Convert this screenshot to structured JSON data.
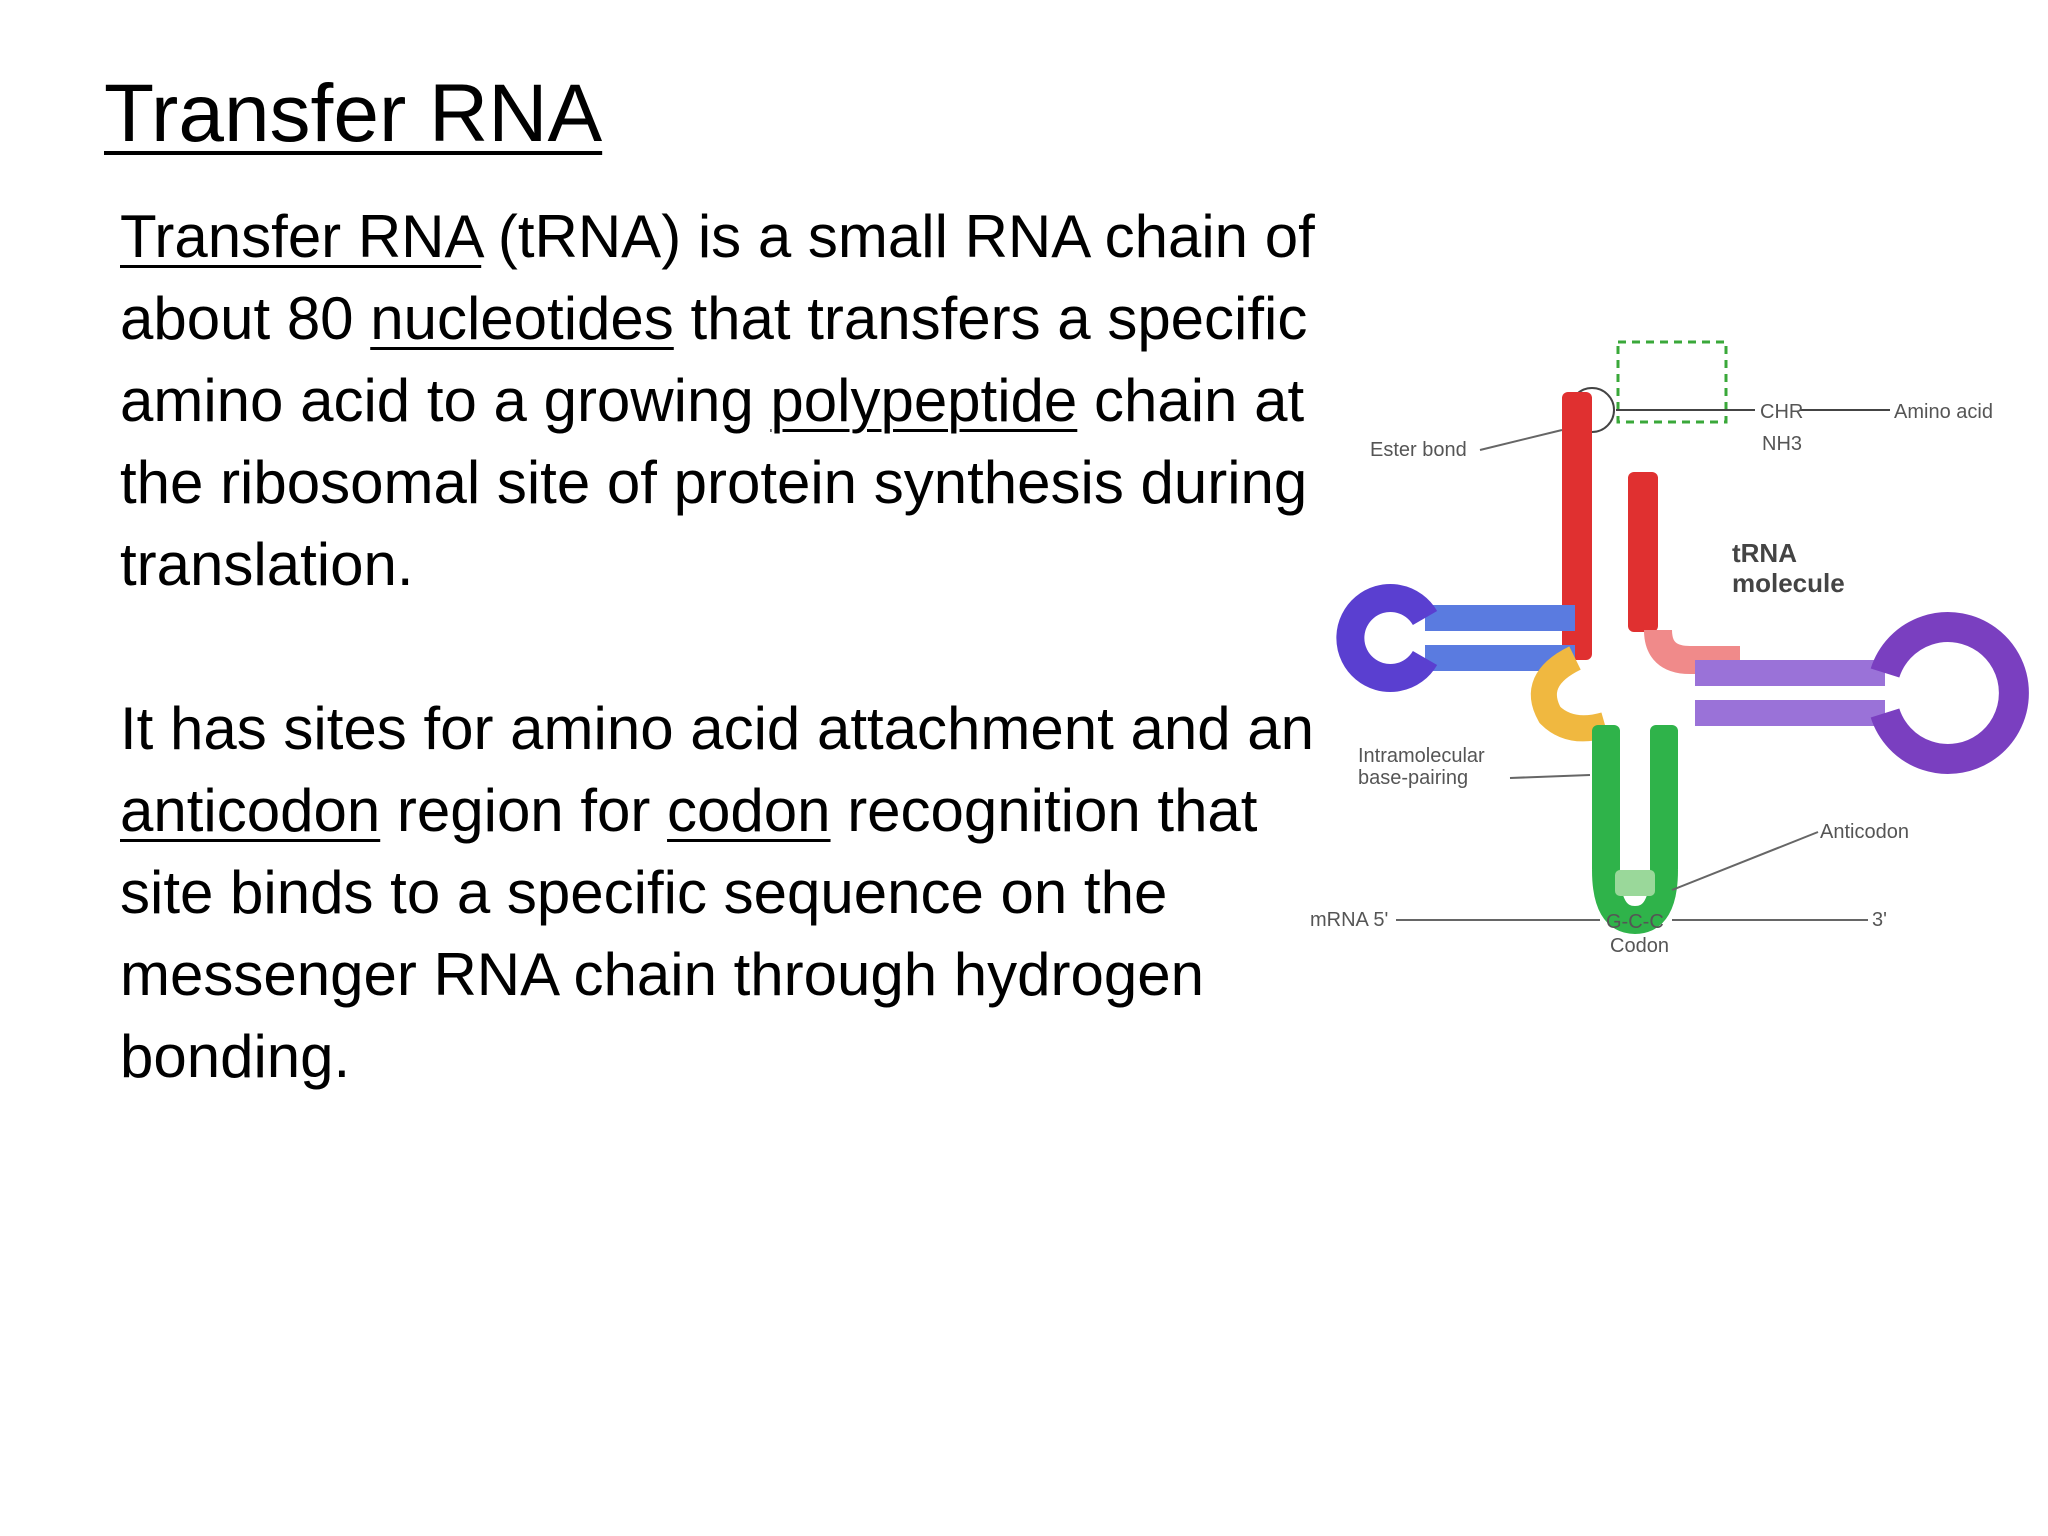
{
  "slide": {
    "title": "Transfer RNA",
    "p1": {
      "seg1_link": "Transfer RNA",
      "seg2": " (tRNA) is a small RNA chain of about 80 ",
      "seg3_link": "nucleotides",
      "seg4": " that transfers a specific amino acid to a growing ",
      "seg5_link": "polypeptide",
      "seg6": " chain at the ribosomal site of protein synthesis during translation."
    },
    "p2": {
      "seg1": " It has sites for amino acid attachment and an ",
      "seg2_link": "anticodon",
      "seg3": " region for ",
      "seg4_link": "codon",
      "seg5": " recognition that site binds to a specific sequence on the messenger RNA chain through hydrogen bonding."
    }
  },
  "diagram": {
    "labels": {
      "amino_acid": "Amino acid",
      "ester_bond": "Ester bond",
      "trna_line1": "tRNA",
      "trna_line2": "molecule",
      "intramolecular_1": "Intramolecular",
      "intramolecular_2": "base-pairing",
      "anticodon": "Anticodon",
      "mrna": "mRNA 5'",
      "three_prime": "3'",
      "codon_seq": "G-C-C",
      "codon": "Codon",
      "chr": "CHR",
      "nh3": "NH3"
    },
    "colors": {
      "acceptor_stem": "#e03030",
      "d_arm": "#5a3fd0",
      "t_arm": "#7a3fc0",
      "anticodon_arm": "#2fb34a",
      "variable_loop": "#f0b840",
      "box": "#3aa83a"
    }
  }
}
